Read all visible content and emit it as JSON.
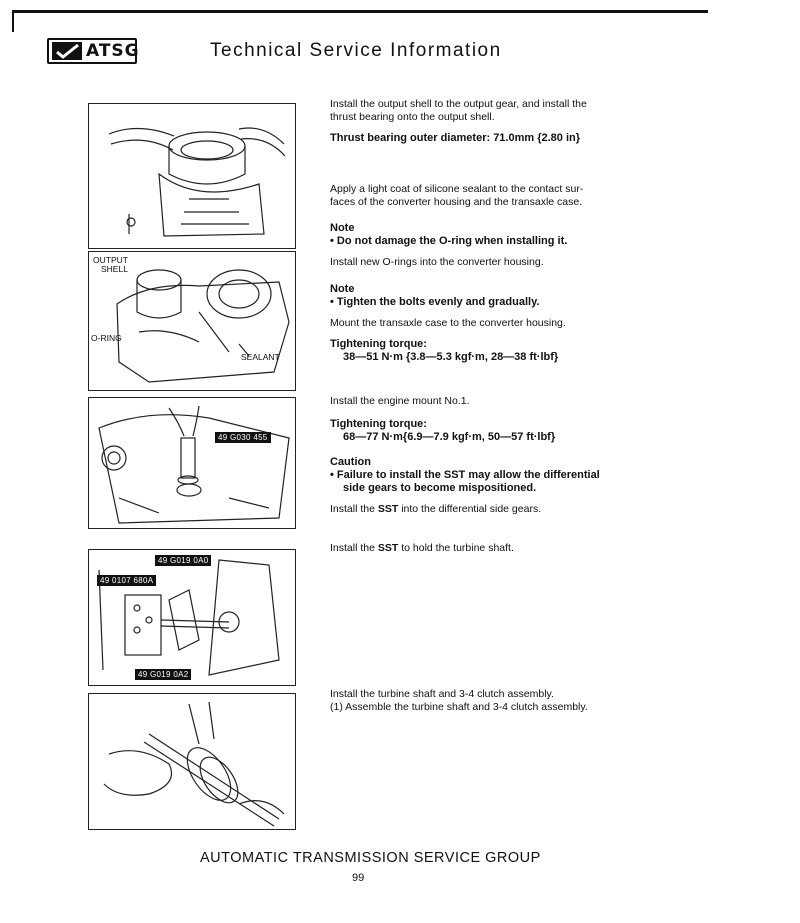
{
  "header": {
    "logo_text": "ATSG",
    "title": "Technical Service Information"
  },
  "figures": [
    {
      "labels": []
    },
    {
      "labels": [
        "OUTPUT",
        "SHELL",
        "O-RING",
        "SEALANT"
      ]
    },
    {
      "tags": [
        "49 G030 455"
      ]
    },
    {
      "tags": [
        "49 G019 0A0",
        "49 0107 680A",
        "49 G019 0A2"
      ]
    },
    {
      "labels": []
    }
  ],
  "steps": {
    "s1": {
      "line1": "Install the output shell to the output gear, and install the",
      "line2": "thrust bearing onto the output shell.",
      "spec": "Thrust bearing outer diameter: 71.0mm {2.80 in}"
    },
    "s2": {
      "line1": "Apply a light coat of silicone sealant to the contact sur-",
      "line2": "faces of the converter housing and the transaxle case."
    },
    "s3": {
      "note": "Note",
      "bullet": "• Do not damage the O-ring when installing it.",
      "text": "Install new O-rings into the converter housing."
    },
    "s4": {
      "note": "Note",
      "bullet": "• Tighten the bolts evenly and gradually.",
      "text": "Mount the transaxle case to the converter housing.",
      "torque_label": "Tightening torque:",
      "torque_value": "38—51 N·m {3.8—5.3 kgf·m, 28—38 ft·lbf}"
    },
    "s5": {
      "text": "Install the engine mount No.1.",
      "torque_label": "Tightening torque:",
      "torque_value": "68—77 N·m{6.9—7.9 kgf·m, 50—57 ft·lbf}"
    },
    "s6": {
      "caution": "Caution",
      "bullet1": "• Failure to install the SST may allow the differential",
      "bullet2": "side gears to become mispositioned.",
      "text_pre": "Install the ",
      "text_bold": "SST",
      "text_post": " into the differential side gears."
    },
    "s7": {
      "text_pre": "Install the ",
      "text_bold": "SST",
      "text_post": " to hold the turbine shaft."
    },
    "s8": {
      "line1": "Install the turbine shaft and 3-4 clutch assembly.",
      "line2": "(1) Assemble the turbine shaft and 3-4 clutch assembly."
    }
  },
  "footer": {
    "org": "AUTOMATIC TRANSMISSION SERVICE GROUP",
    "page": "99"
  }
}
